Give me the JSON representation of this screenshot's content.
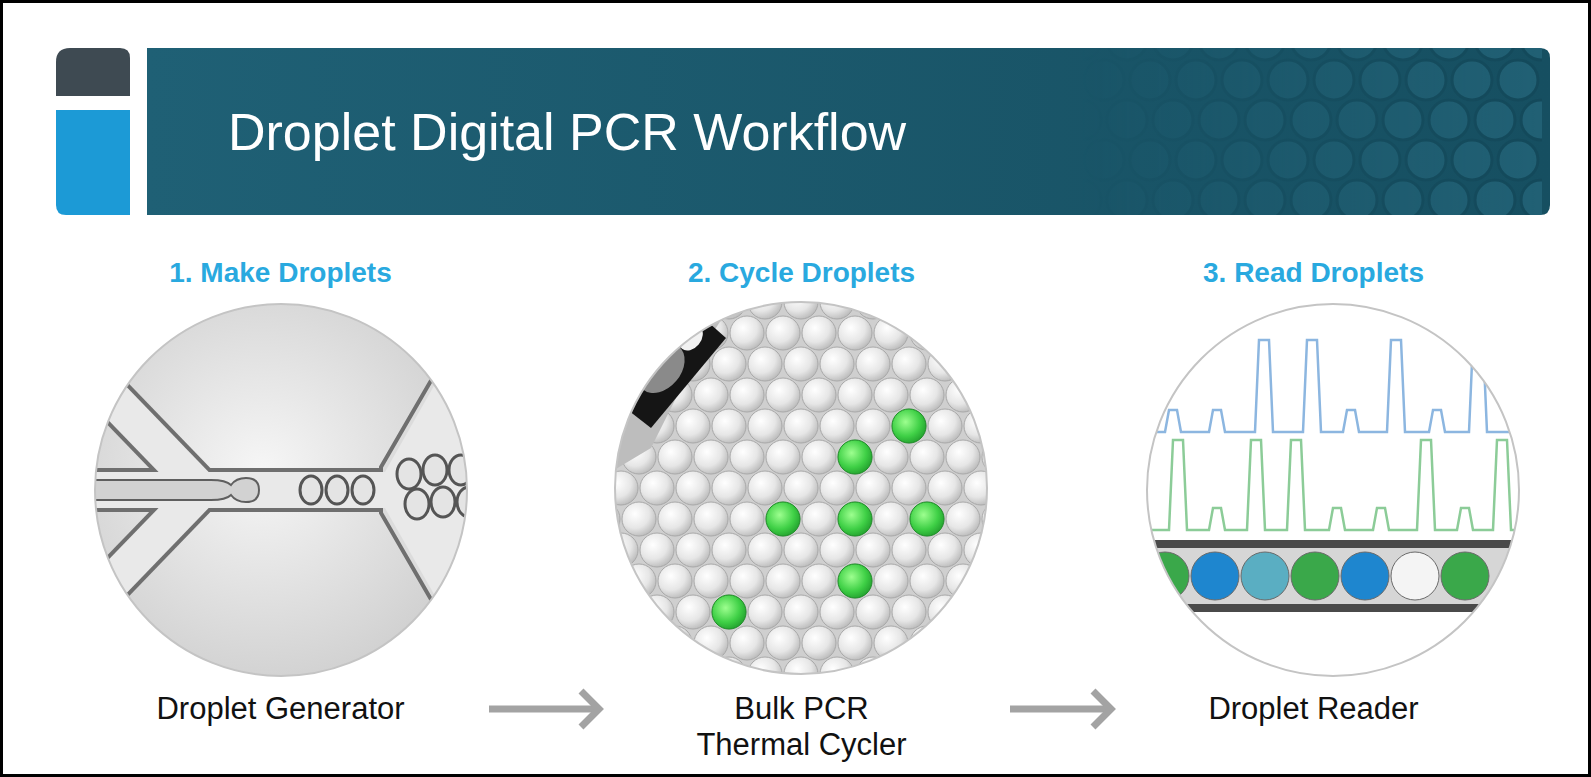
{
  "diagram": {
    "title": "Droplet Digital PCR Workflow",
    "nodes": [
      {
        "text": [
          "1. Make Droplets",
          "Droplet Generator"
        ]
      },
      {
        "text": [
          "2. Cycle Droplets",
          "Bulk PCR Thermal Cycler"
        ]
      },
      {
        "text": [
          "3. Read Droplets",
          "Droplet Reader"
        ]
      }
    ],
    "edges": [
      {
        "from": 0,
        "to": 1,
        "arrow": "to"
      },
      {
        "from": 1,
        "to": 2,
        "arrow": "to"
      }
    ]
  }
}
